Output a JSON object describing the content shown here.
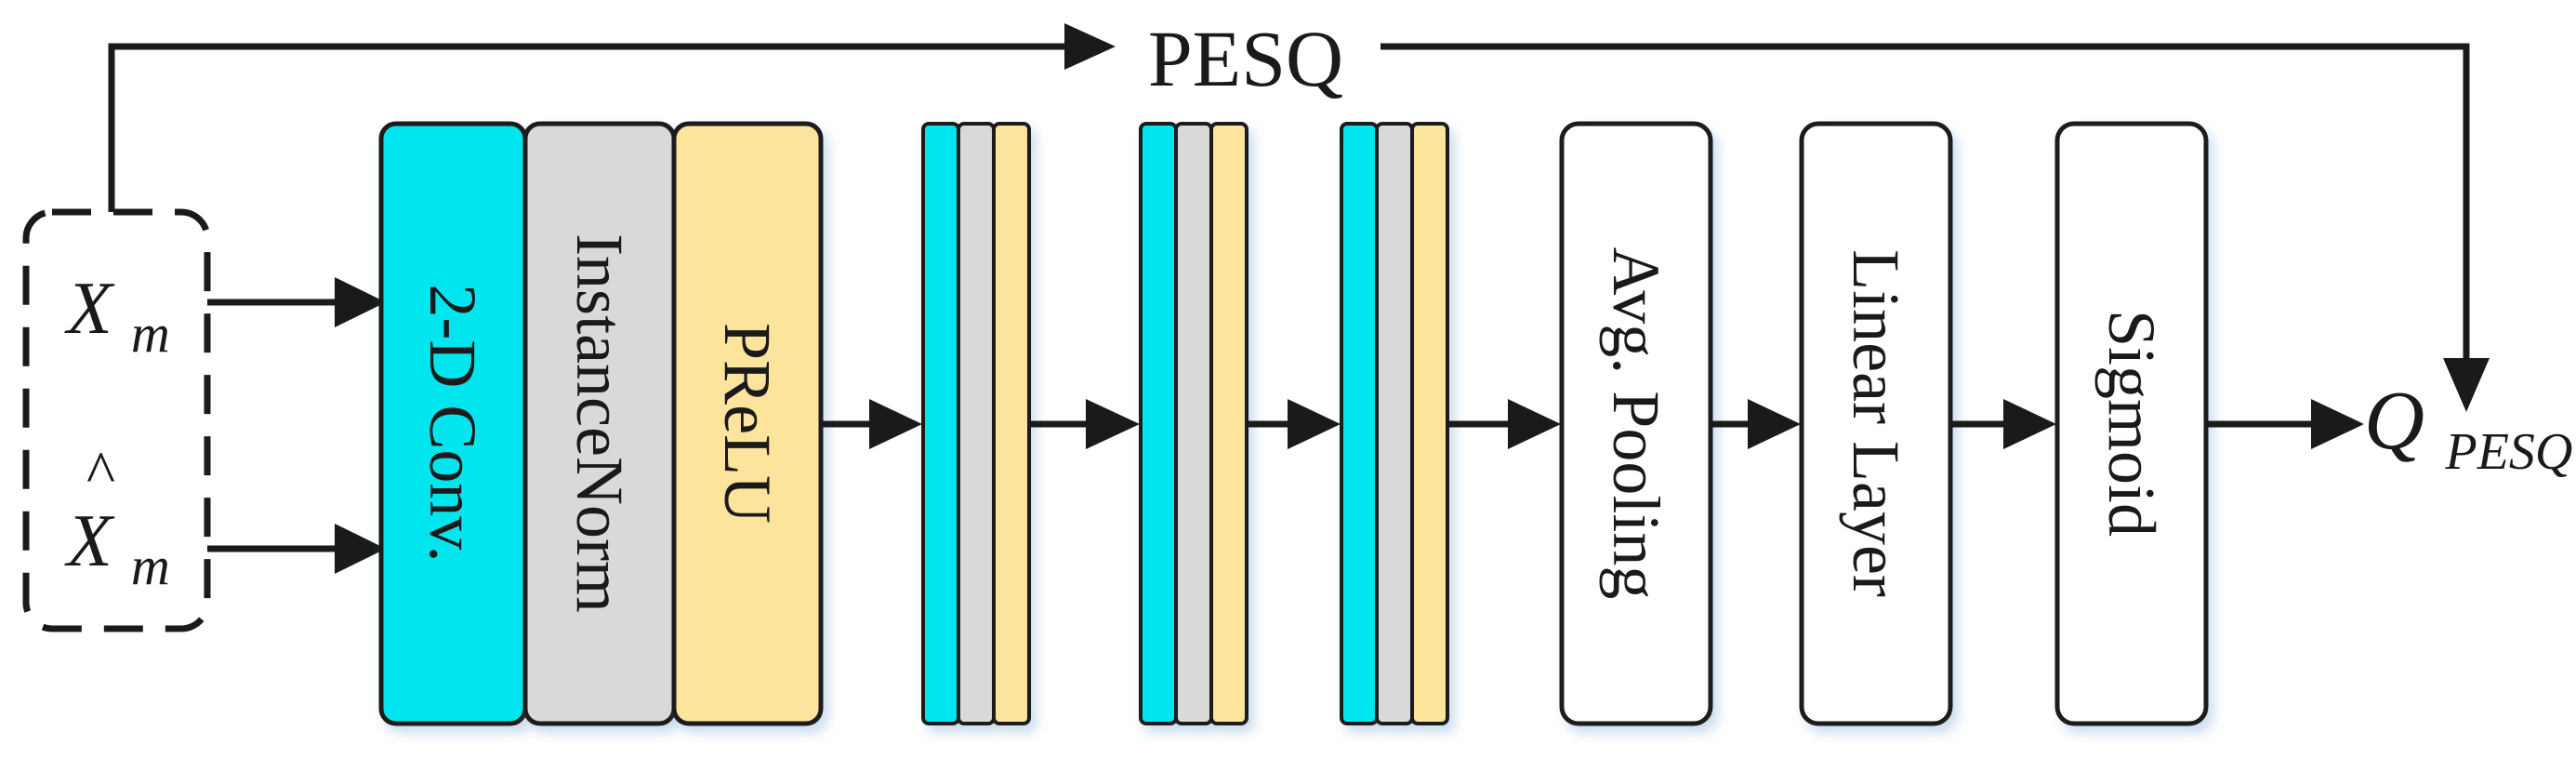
{
  "colors": {
    "conv": "#00e5ee",
    "norm": "#d9d9d9",
    "prelu": "#fde49c",
    "plain": "#ffffff",
    "stroke": "#1a1a1a"
  },
  "top_label": "PESQ",
  "inputs": {
    "x_base": "X",
    "x_sub": "m",
    "xhat_base": "X",
    "xhat_hat": "^",
    "xhat_sub": "m"
  },
  "blocks": {
    "conv": "2-D Conv.",
    "norm": "InstanceNorm",
    "prelu": "PReLU",
    "pool": "Avg. Pooling",
    "linear": "Linear Layer",
    "sigmoid": "Sigmoid"
  },
  "output": {
    "base": "Q",
    "sub": "PESQ"
  }
}
